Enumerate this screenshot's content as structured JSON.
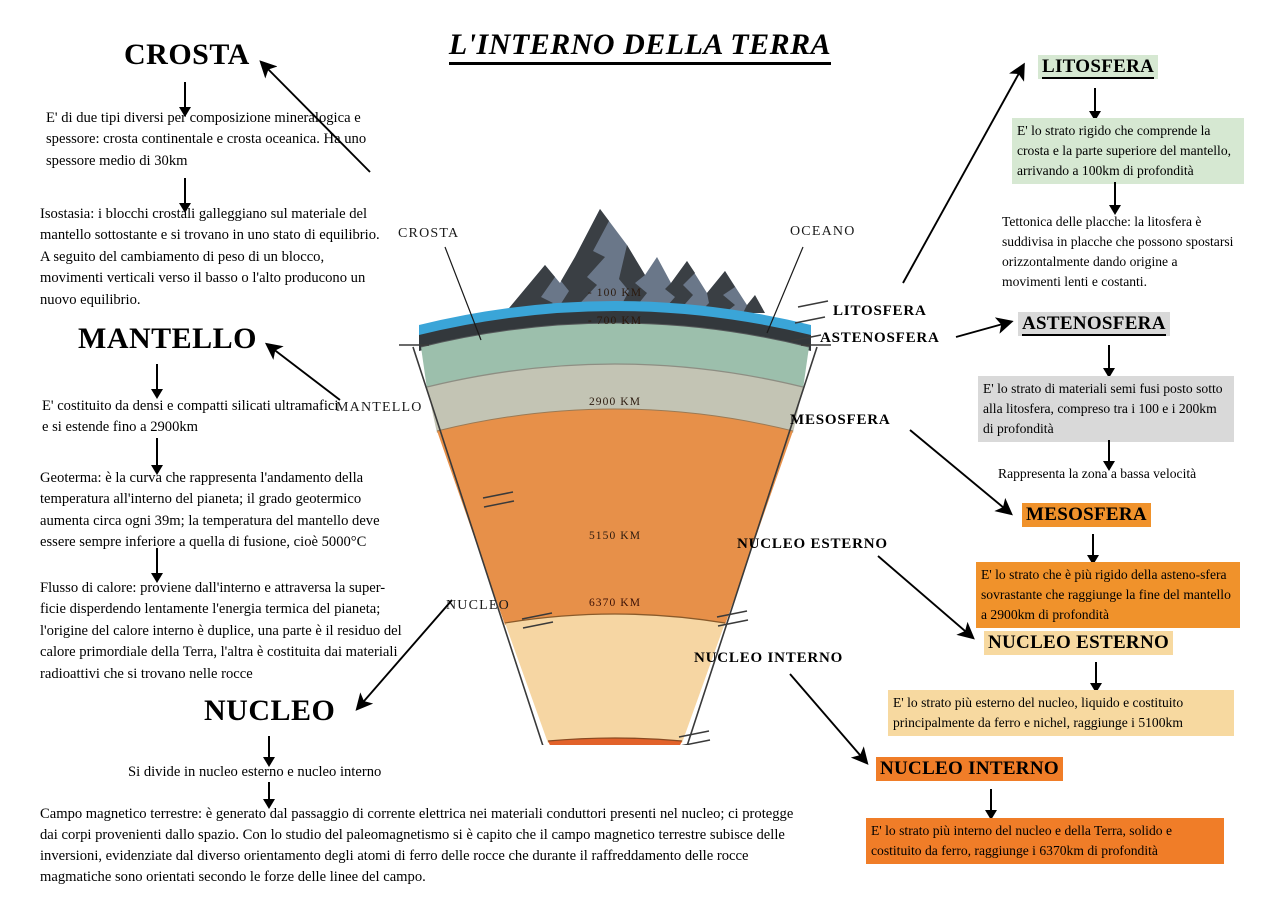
{
  "title": "L'INTERNO DELLA TERRA",
  "colors": {
    "litosfera_green": "#d6e8d2",
    "astenosfera_grey": "#d9d9d9",
    "mesosfera_orange": "#f0922b",
    "nucleo_esterno_tan": "#f7d9a0",
    "nucleo_interno_orange": "#f07d28",
    "earth_ocean_blue": "#3aa5d8",
    "earth_crust_dark": "#33383c",
    "earth_layer_green": "#9cbfac",
    "earth_layer_grey": "#c3c4b4",
    "earth_mantle_orange": "#e79049",
    "earth_outer_core": "#f6d6a3",
    "earth_inner_core": "#e2622a",
    "mountain_dark": "#3a3f44",
    "mountain_mid": "#6a7789"
  },
  "left_column": {
    "crosta": {
      "heading": "CROSTA",
      "p1": "E' di due  tipi diversi per composizione mineralogica e spessore: crosta continentale e crosta oceanica. Ha uno spessore medio di 30km",
      "p2": "Isostasia: i blocchi crostali galleggiano sul materiale del  mantello sottostante e si trovano in uno stato di equilibrio. A seguito del cambiamento di peso di un blocco, movimenti verticali verso il basso o l'alto producono un nuovo equilibrio."
    },
    "mantello": {
      "heading": "MANTELLO",
      "p1": "E' costituito da densi e compatti silicati ultramafici e si estende fino a 2900km",
      "p2": "Geoterma: è la curva che rappresenta l'andamento della temperatura all'interno del pianeta; il grado geotermico aumenta circa ogni 39m; la temperatura del mantello deve essere sempre inferiore a quella di fusione, cioè 5000°C",
      "p3": "Flusso di calore: proviene dall'interno e attraversa la super-ficie disperdendo lentamente l'energia termica del pianeta; l'origine del calore interno è duplice, una parte è il residuo del calore primordiale della Terra, l'altra è costituita dai materiali radioattivi che si trovano nelle rocce"
    },
    "nucleo": {
      "heading": "NUCLEO",
      "p1": "Si divide in nucleo esterno e nucleo interno",
      "p2": "Campo magnetico terrestre: è generato dal passaggio di corrente elettrica nei materiali conduttori presenti nel nucleo; ci protegge dai corpi provenienti dallo spazio. Con lo studio del paleomagnetismo si è capito che il campo magnetico terrestre subisce delle inversioni, evidenziate dal diverso orientamento degli atomi di ferro delle rocce che durante il raffreddamento delle rocce magmatiche sono orientati secondo le forze delle linee del campo."
    }
  },
  "right_column": {
    "litosfera": {
      "heading": "LITOSFERA",
      "p1": "E' lo strato rigido che comprende la crosta e la parte superiore del mantello, arrivando a 100km di profondità",
      "p2": "Tettonica delle placche: la litosfera è suddivisa in placche che possono spostarsi orizzontalmente dando origine a movimenti lenti e costanti."
    },
    "astenosfera": {
      "heading": "ASTENOSFERA",
      "p1": "E' lo strato di materiali semi fusi posto sotto alla litosfera, compreso tra i 100 e i 200km di profondità",
      "p2": "Rappresenta la zona a bassa velocità"
    },
    "mesosfera": {
      "heading": "MESOSFERA",
      "p1": "E' lo strato che è più rigido della asteno-sfera  sovrastante che raggiunge la fine del mantello a 2900km di profondità"
    },
    "nucleo_esterno": {
      "heading": "NUCLEO ESTERNO",
      "p1": "E' lo strato più esterno del nucleo, liquido e costituito principalmente da ferro e nichel, raggiunge i 5100km"
    },
    "nucleo_interno": {
      "heading": "NUCLEO INTERNO",
      "p1": "E' lo strato più interno del nucleo e della Terra, solido e costituito da ferro, raggiunge i 6370km di profondità"
    }
  },
  "diagram": {
    "label_crosta": "CROSTA",
    "label_oceano": "OCEANO",
    "label_mantello": "MANTELLO",
    "label_nucleo": "NUCLEO",
    "label_litosfera": "LITOSFERA",
    "label_astenosfera": "ASTENOSFERA",
    "label_mesosfera": "MESOSFERA",
    "label_nucleo_esterno": "NUCLEO ESTERNO",
    "label_nucleo_interno": "NUCLEO INTERNO",
    "depth_100": "- 100 KM",
    "depth_700": "- 700 KM",
    "depth_2900": "2900 KM",
    "depth_5150": "5150 KM",
    "depth_6370": "6370 KM"
  }
}
